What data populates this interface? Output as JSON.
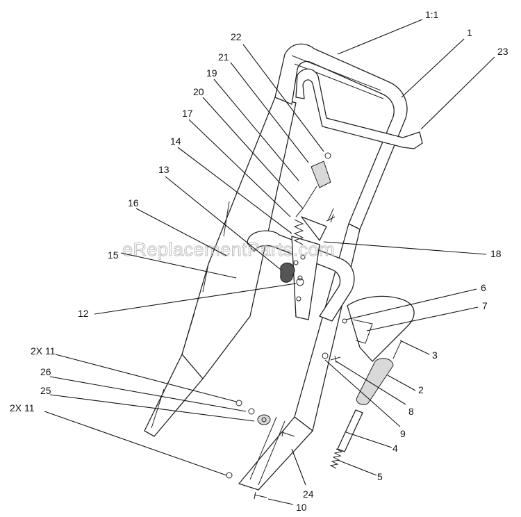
{
  "watermark": "eReplacementParts.com",
  "callouts": [
    {
      "id": "c-1-1",
      "label": "1:1"
    },
    {
      "id": "c-1",
      "label": "1"
    },
    {
      "id": "c-23",
      "label": "23"
    },
    {
      "id": "c-22",
      "label": "22"
    },
    {
      "id": "c-21",
      "label": "21"
    },
    {
      "id": "c-19",
      "label": "19"
    },
    {
      "id": "c-20",
      "label": "20"
    },
    {
      "id": "c-17",
      "label": "17"
    },
    {
      "id": "c-14",
      "label": "14"
    },
    {
      "id": "c-13",
      "label": "13"
    },
    {
      "id": "c-16",
      "label": "16"
    },
    {
      "id": "c-15",
      "label": "15"
    },
    {
      "id": "c-18",
      "label": "18"
    },
    {
      "id": "c-12",
      "label": "12"
    },
    {
      "id": "c-6",
      "label": "6"
    },
    {
      "id": "c-7",
      "label": "7"
    },
    {
      "id": "c-3",
      "label": "3"
    },
    {
      "id": "c-2x11-a",
      "label": "2X 11"
    },
    {
      "id": "c-26",
      "label": "26"
    },
    {
      "id": "c-2",
      "label": "2"
    },
    {
      "id": "c-25",
      "label": "25"
    },
    {
      "id": "c-8",
      "label": "8"
    },
    {
      "id": "c-2x11-b",
      "label": "2X 11"
    },
    {
      "id": "c-9",
      "label": "9"
    },
    {
      "id": "c-4",
      "label": "4"
    },
    {
      "id": "c-5",
      "label": "5"
    },
    {
      "id": "c-24",
      "label": "24"
    },
    {
      "id": "c-10",
      "label": "10"
    }
  ]
}
